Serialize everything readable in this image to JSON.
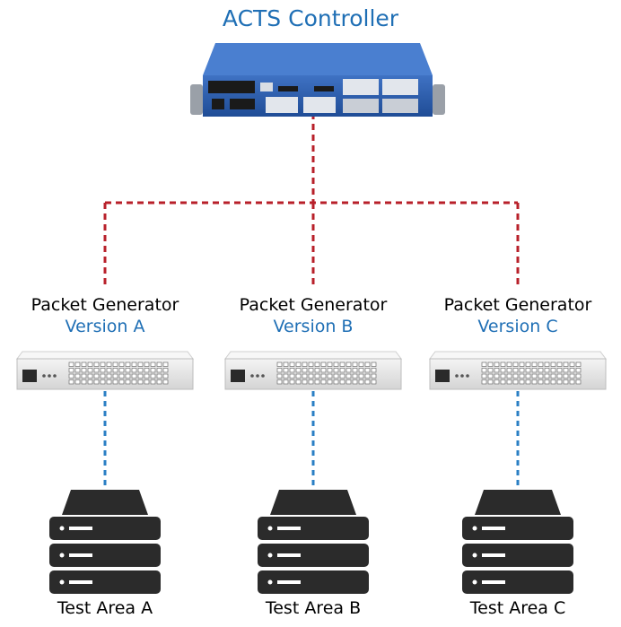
{
  "title": "ACTS Controller",
  "colors": {
    "accent_blue": "#1f6fb5",
    "controller_link": "#b8202a",
    "generator_link": "#2a7fc4",
    "chassis_blue": "#2b5aa8",
    "device_grey": "#e6e6e6",
    "server_dark": "#2b2b2b"
  },
  "generators": [
    {
      "name": "Packet Generator",
      "version": "Version A"
    },
    {
      "name": "Packet Generator",
      "version": "Version B"
    },
    {
      "name": "Packet Generator",
      "version": "Version C"
    }
  ],
  "test_areas": [
    {
      "label": "Test Area A"
    },
    {
      "label": "Test Area B"
    },
    {
      "label": "Test Area C"
    }
  ]
}
